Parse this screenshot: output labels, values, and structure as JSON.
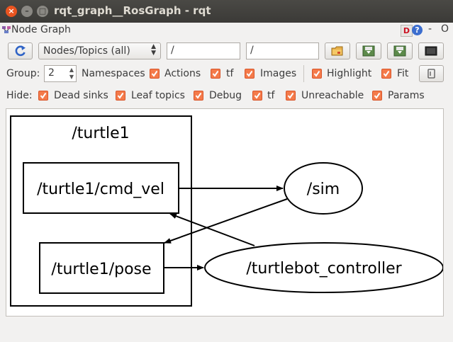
{
  "window": {
    "title": "rqt_graph__RosGraph - rqt",
    "close_glyph": "×",
    "minimize_glyph": "–",
    "maximize_glyph": "□"
  },
  "plugin": {
    "title": "Node Graph",
    "d_label": "D",
    "help_label": "?",
    "dash_label": "-",
    "o_label": "O"
  },
  "toolbar": {
    "view_mode": "Nodes/Topics (all)",
    "node_filter": "/",
    "topic_filter": "/"
  },
  "options": {
    "group_label": "Group:",
    "group_value": "2",
    "namespaces": "Namespaces",
    "actions": "Actions",
    "tf": "tf",
    "images": "Images",
    "highlight": "Highlight",
    "fit": "Fit"
  },
  "hide": {
    "label": "Hide:",
    "dead_sinks": "Dead sinks",
    "leaf_topics": "Leaf topics",
    "debug": "Debug",
    "tf": "tf",
    "unreachable": "Unreachable",
    "params": "Params"
  },
  "graph": {
    "cluster": "/turtle1",
    "topic_cmd_vel": "/turtle1/cmd_vel",
    "topic_pose": "/turtle1/pose",
    "node_sim": "/sim",
    "node_controller": "/turtlebot_controller"
  },
  "colors": {
    "accent": "#f47a4a",
    "titlebar": "#3b3a37",
    "close_button": "#e95420"
  }
}
